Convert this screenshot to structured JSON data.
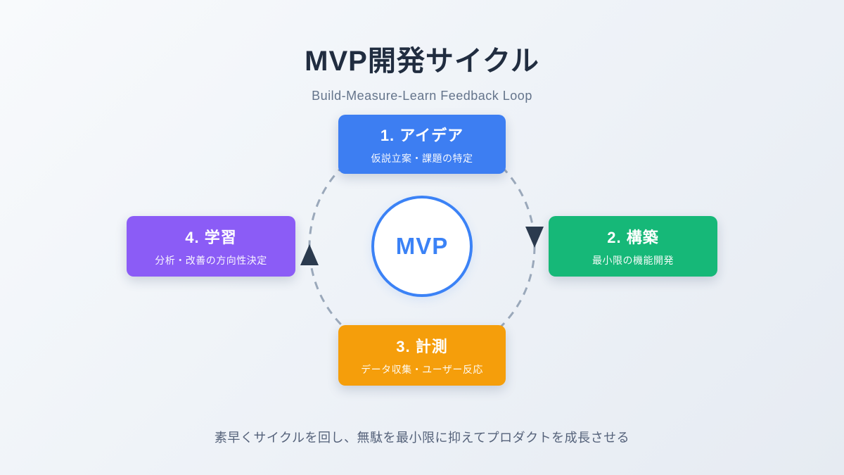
{
  "header": {
    "title": "MVP開発サイクル",
    "subtitle": "Build-Measure-Learn Feedback Loop"
  },
  "center": {
    "label": "MVP"
  },
  "steps": [
    {
      "title": "1. アイデア",
      "description": "仮説立案・課題の特定",
      "color": "#3d7ef2",
      "position": "top"
    },
    {
      "title": "2. 構築",
      "description": "最小限の機能開発",
      "color": "#16b878",
      "position": "right"
    },
    {
      "title": "3. 計測",
      "description": "データ収集・ユーザー反応",
      "color": "#f59e0b",
      "position": "bottom"
    },
    {
      "title": "4. 学習",
      "description": "分析・改善の方向性決定",
      "color": "#8b5cf6",
      "position": "left"
    }
  ],
  "caption": "素早くサイクルを回し、無駄を最小限に抑えてプロダクトを成長させる",
  "colors": {
    "background_start": "#f8fafc",
    "background_end": "#e6ebf2",
    "title_text": "#212d40",
    "subtitle_text": "#64748b",
    "caption_text": "#55627a",
    "dashed_ring": "#9aa8ba",
    "arrow": "#2b3a4e",
    "center_border": "#3b82f6",
    "center_text": "#3b82f6"
  }
}
